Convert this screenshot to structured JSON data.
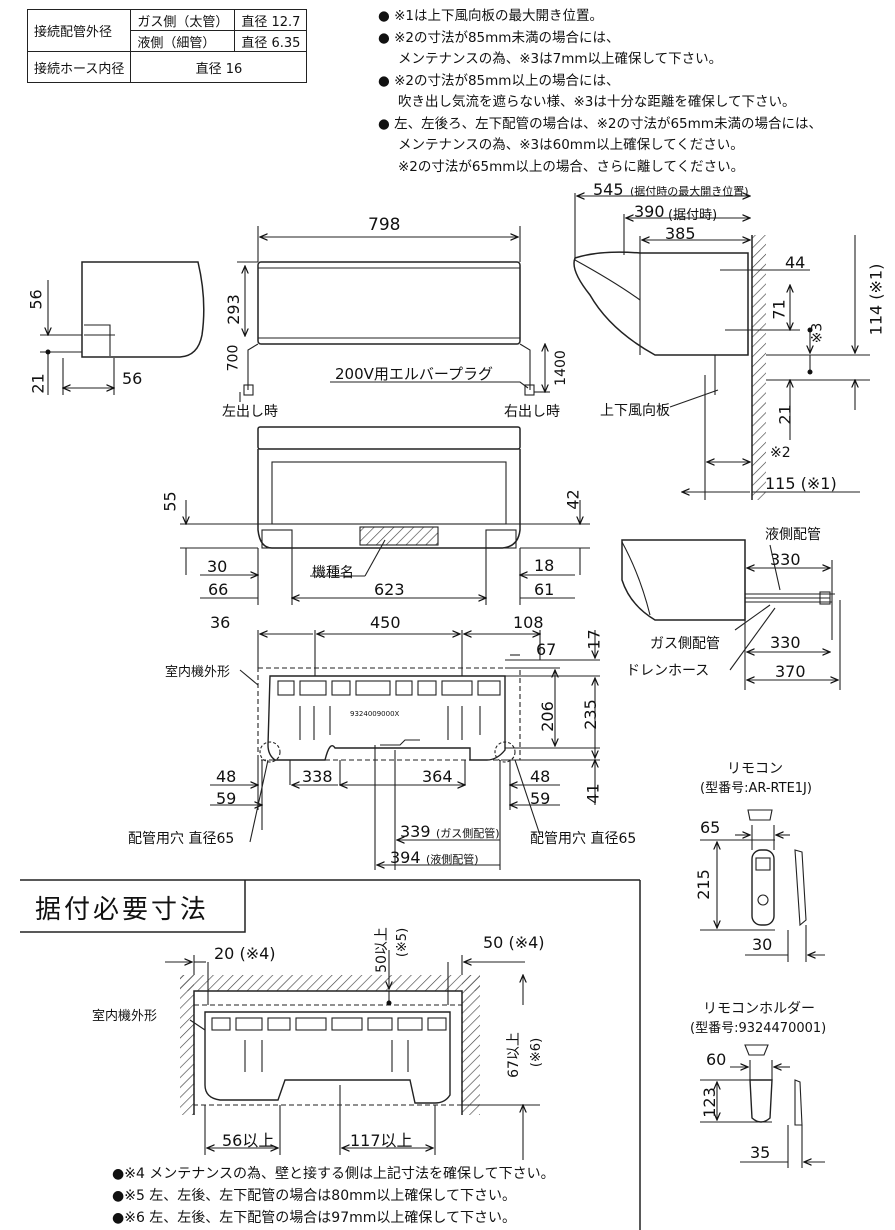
{
  "spec_table": {
    "pipe_outer_diameter": "接続配管外径",
    "gas_side": "ガス側（太管）",
    "gas_value": "直径 12.7",
    "liquid_side": "液側（細管）",
    "liquid_value": "直径 6.35",
    "hose_inner_diameter": "接続ホース内径",
    "hose_value": "直径 16"
  },
  "notes": [
    "● ※1は上下風向板の最大開き位置。",
    "● ※2の寸法が85mm未満の場合には、",
    "メンテナンスの為、※3は7mm以上確保して下さい。",
    "● ※2の寸法が85mm以上の場合には、",
    "吹き出し気流を遮らない様、※3は十分な距離を確保して下さい。",
    "● 左、左後ろ、左下配管の場合は、※2の寸法が65mm未満の場合には、",
    "メンテナンスの為、※3は60mm以上確保してください。",
    "※2の寸法が65mm以上の場合、さらに離してください。"
  ],
  "front_view": {
    "width": "798",
    "height": "293",
    "hose_left": "700",
    "hose_right": "1400",
    "plug_label": "200V用エルバープラグ",
    "left_out": "左出し時",
    "right_out": "右出し時"
  },
  "left_side_view": {
    "d56_top": "56",
    "d21": "21",
    "d56_bottom": "56"
  },
  "right_side_view": {
    "d545": "545",
    "d545_note": "(据付時の最大開き位置)",
    "d390": "390",
    "d390_note": "(据付時)",
    "d385": "385",
    "d44": "44",
    "d71": "71",
    "d114": "114 (※1)",
    "d3": "※3",
    "d21": "21",
    "d2": "※2",
    "d115": "115 (※1)",
    "louver": "上下風向板"
  },
  "bottom_view": {
    "d55": "55",
    "d42": "42",
    "d30": "30",
    "d66": "66",
    "d623": "623",
    "d18": "18",
    "d61": "61",
    "model_label": "機種名"
  },
  "pipe_view": {
    "liquid_pipe": "液側配管",
    "d330a": "330",
    "gas_pipe": "ガス側配管",
    "d330b": "330",
    "drain_hose": "ドレンホース",
    "d370": "370"
  },
  "plate_view": {
    "d36": "36",
    "d450": "450",
    "d108": "108",
    "d17": "17",
    "d67": "67",
    "outline": "室内機外形",
    "d206": "206",
    "d235": "235",
    "d48l": "48",
    "d338": "338",
    "d364": "364",
    "d48r": "48",
    "d59l": "59",
    "d59r": "59",
    "d41": "41",
    "hole_left": "配管用穴 直径65",
    "hole_right": "配管用穴 直径65",
    "d339": "339",
    "d339_note": "(ガス側配管)",
    "d394": "394",
    "d394_note": "(液側配管)",
    "plate_code": "9324009000X"
  },
  "remote": {
    "title": "リモコン",
    "model": "(型番号:AR-RTE1J)",
    "d65": "65",
    "d215": "215",
    "d30": "30"
  },
  "holder": {
    "title": "リモコンホルダー",
    "model": "(型番号:9324470001)",
    "d60": "60",
    "d123": "123",
    "d35": "35"
  },
  "install": {
    "title": "据付必要寸法",
    "d20": "20 (※4)",
    "d50top": "50以上",
    "d50top_note": "(※5)",
    "d50": "50 (※4)",
    "outline": "室内機外形",
    "d67": "67以上",
    "d67_note": "(※6)",
    "d56": "56以上",
    "d117": "117以上",
    "notes": [
      "●※4 メンテナンスの為、壁と接する側は上記寸法を確保して下さい。",
      "●※5 左、左後、左下配管の場合は80mm以上確保して下さい。",
      "●※6 左、左後、左下配管の場合は97mm以上確保して下さい。"
    ]
  }
}
